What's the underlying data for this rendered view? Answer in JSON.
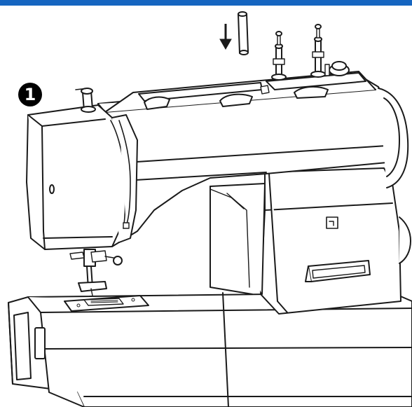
{
  "header_bar": {
    "color": "#1565c0"
  },
  "illustration": {
    "subject": "sewing-machine",
    "line_color": "#1a1a1a",
    "fill_color": "#ffffff"
  },
  "step_badge": {
    "label": "1"
  },
  "arrow": {
    "direction": "down"
  }
}
